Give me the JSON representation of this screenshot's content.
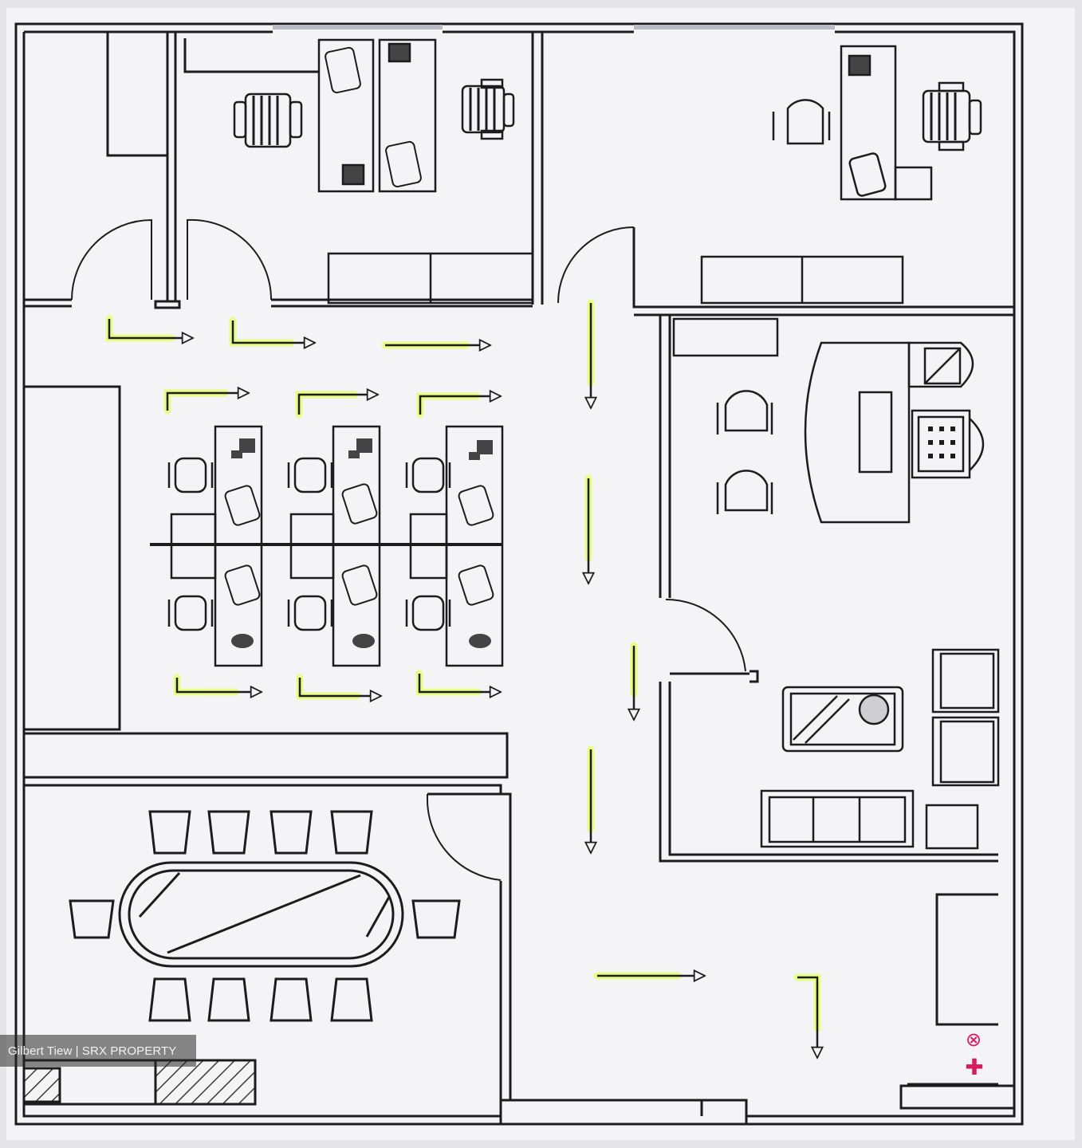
{
  "watermark": "Gilbert Tiew | SRX PROPERTY",
  "colors": {
    "paper": "#f4f4f6",
    "wall": "#1c1c1c",
    "arrow_highlight": "#e6ff7a",
    "hatch": "#3a3a3a",
    "emergency": "#d81b60"
  },
  "symbols": {
    "fire_alarm_icon": "⊗",
    "first_aid_icon": "✚"
  },
  "rooms": [
    "office-room-1",
    "office-room-2",
    "director-office",
    "lounge-room",
    "open-workstations",
    "conference-room",
    "reception-lobby"
  ]
}
